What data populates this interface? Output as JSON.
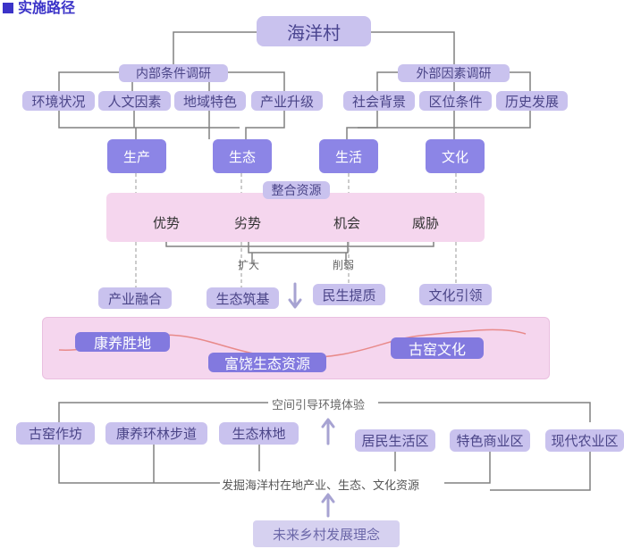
{
  "section_title": "实施路径",
  "root": "海洋村",
  "analysis": {
    "internal": {
      "label": "内部条件调研",
      "items": [
        "环境状况",
        "人文因素",
        "地域特色",
        "产业升级"
      ]
    },
    "external": {
      "label": "外部因素调研",
      "items": [
        "社会背景",
        "区位条件",
        "历史发展"
      ]
    }
  },
  "pillars": [
    "生产",
    "生态",
    "生活",
    "文化"
  ],
  "integration": {
    "label": "整合资源",
    "swot": [
      "优势",
      "劣势",
      "机会",
      "威胁"
    ],
    "expand": "扩大",
    "weaken": "削弱"
  },
  "outcomes": [
    "产业融合",
    "生态筑基",
    "民生提质",
    "文化引领"
  ],
  "zones": [
    "康养胜地",
    "富饶生态资源",
    "古窑文化"
  ],
  "experience": {
    "label": "空间引导环境体验",
    "left_items": [
      "古窑作坊",
      "康养环林步道",
      "生态林地"
    ],
    "right_items": [
      "居民生活区",
      "特色商业区",
      "现代农业区"
    ]
  },
  "foundation": {
    "label": "发掘海洋村在地产业、生态、文化资源",
    "concept": "未来乡村发展理念"
  },
  "colors": {
    "accent": "#3b33c8",
    "lavender": "#c9c2ee",
    "pillar": "#8c85e6",
    "pink": "#f5d6ee",
    "curve": "#e88a8a"
  }
}
